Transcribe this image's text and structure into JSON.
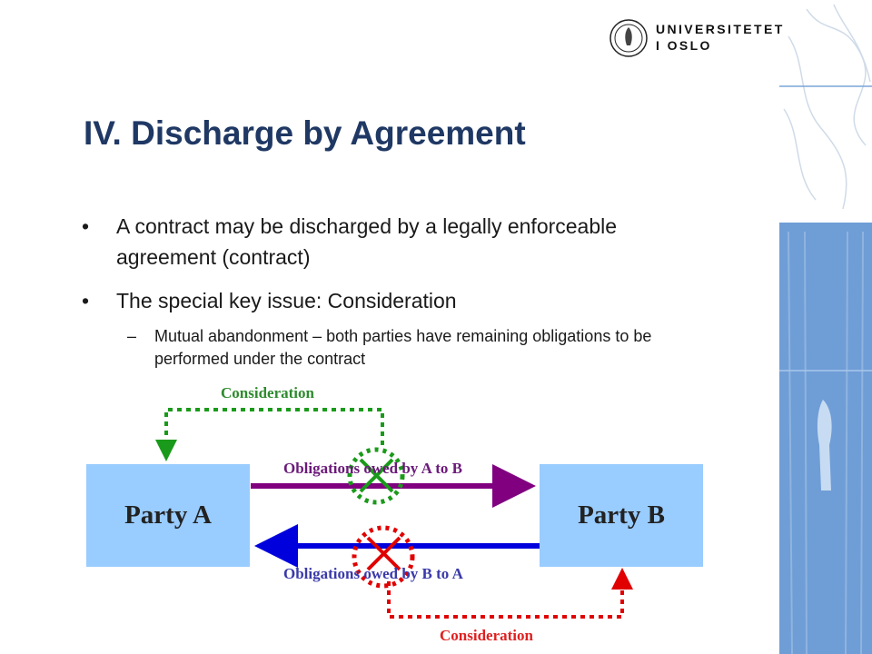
{
  "logo": {
    "line1": "UNIVERSITETET",
    "line2": "I OSLO"
  },
  "title": "IV. Discharge by Agreement",
  "bullets": [
    {
      "text": "A contract may be discharged by a legally enforceable agreement (contract)"
    },
    {
      "text": "The special key issue: Consideration"
    }
  ],
  "sub_bullet": "Mutual abandonment – both parties have remaining obligations to be performed under the contract",
  "bullet_symbol": "•",
  "dash_symbol": "–",
  "diagram": {
    "party_a": "Party A",
    "party_b": "Party B",
    "obligation_a_to_b": "Obligations owed by A to B",
    "obligation_b_to_a": "Obligations owed by B to A",
    "consideration_top": "Consideration",
    "consideration_bottom": "Consideration",
    "colors": {
      "party_fill": "#99ccff",
      "a_to_b_arrow": "#800080",
      "b_to_a_arrow": "#0000dd",
      "consideration_green": "#1a9a1a",
      "consideration_red": "#e00000",
      "title": "#1f3864"
    }
  }
}
